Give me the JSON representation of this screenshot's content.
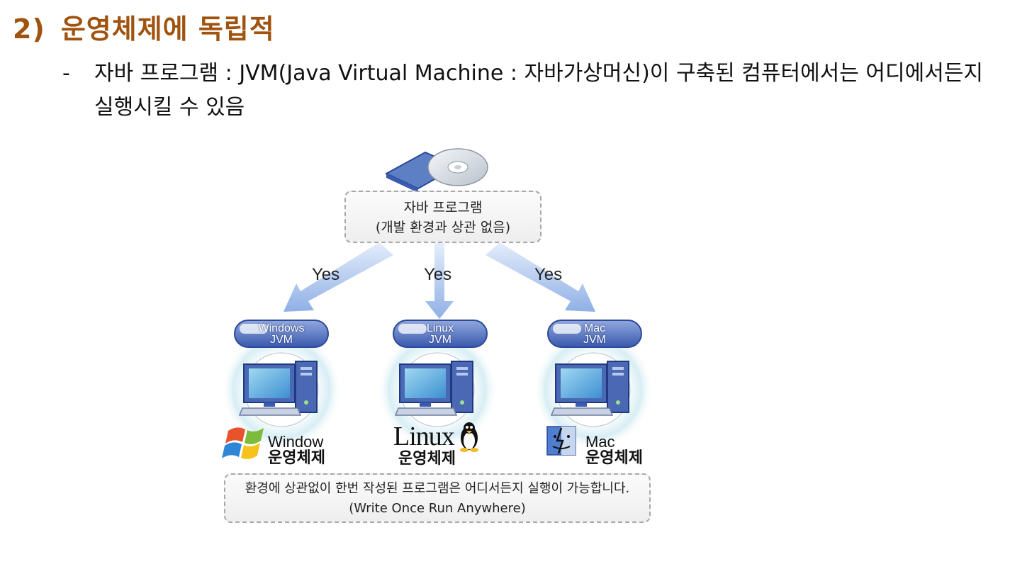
{
  "heading": {
    "number": "2)",
    "title": "운영체제에 독립적"
  },
  "bullet": {
    "dash": "-",
    "text": "자바 프로그램 : JVM(Java Virtual Machine : 자바가상머신)이 구축된 컴퓨터에서는 어디에서든지 실행시킬 수 있음"
  },
  "diagram": {
    "top_box": {
      "line1": "자바 프로그램",
      "line2": "(개발 환경과 상관 없음)"
    },
    "arrows": [
      {
        "label": "Yes"
      },
      {
        "label": "Yes"
      },
      {
        "label": "Yes"
      }
    ],
    "jvms": [
      {
        "line1": "Windows",
        "line2": "JVM",
        "os_name": "Window",
        "os_sub": "운영체제",
        "icon": "windows-logo-icon"
      },
      {
        "line1": "Linux",
        "line2": "JVM",
        "os_name": "Linux",
        "os_sub": "운영체제",
        "icon": "linux-penguin-icon"
      },
      {
        "line1": "Mac",
        "line2": "JVM",
        "os_name": "Mac",
        "os_sub": "운영체제",
        "icon": "mac-finder-icon"
      }
    ],
    "bottom_box": {
      "line1": "환경에 상관없이 한번 작성된 프로그램은 어디서든지 실행이 가능합니다.",
      "line2": "(Write Once Run Anywhere)"
    }
  },
  "colors": {
    "heading": "#a0520f",
    "arrow": "#8fb0e6",
    "pill": "#3c5bb0",
    "monitor": "#3f5ea8"
  }
}
